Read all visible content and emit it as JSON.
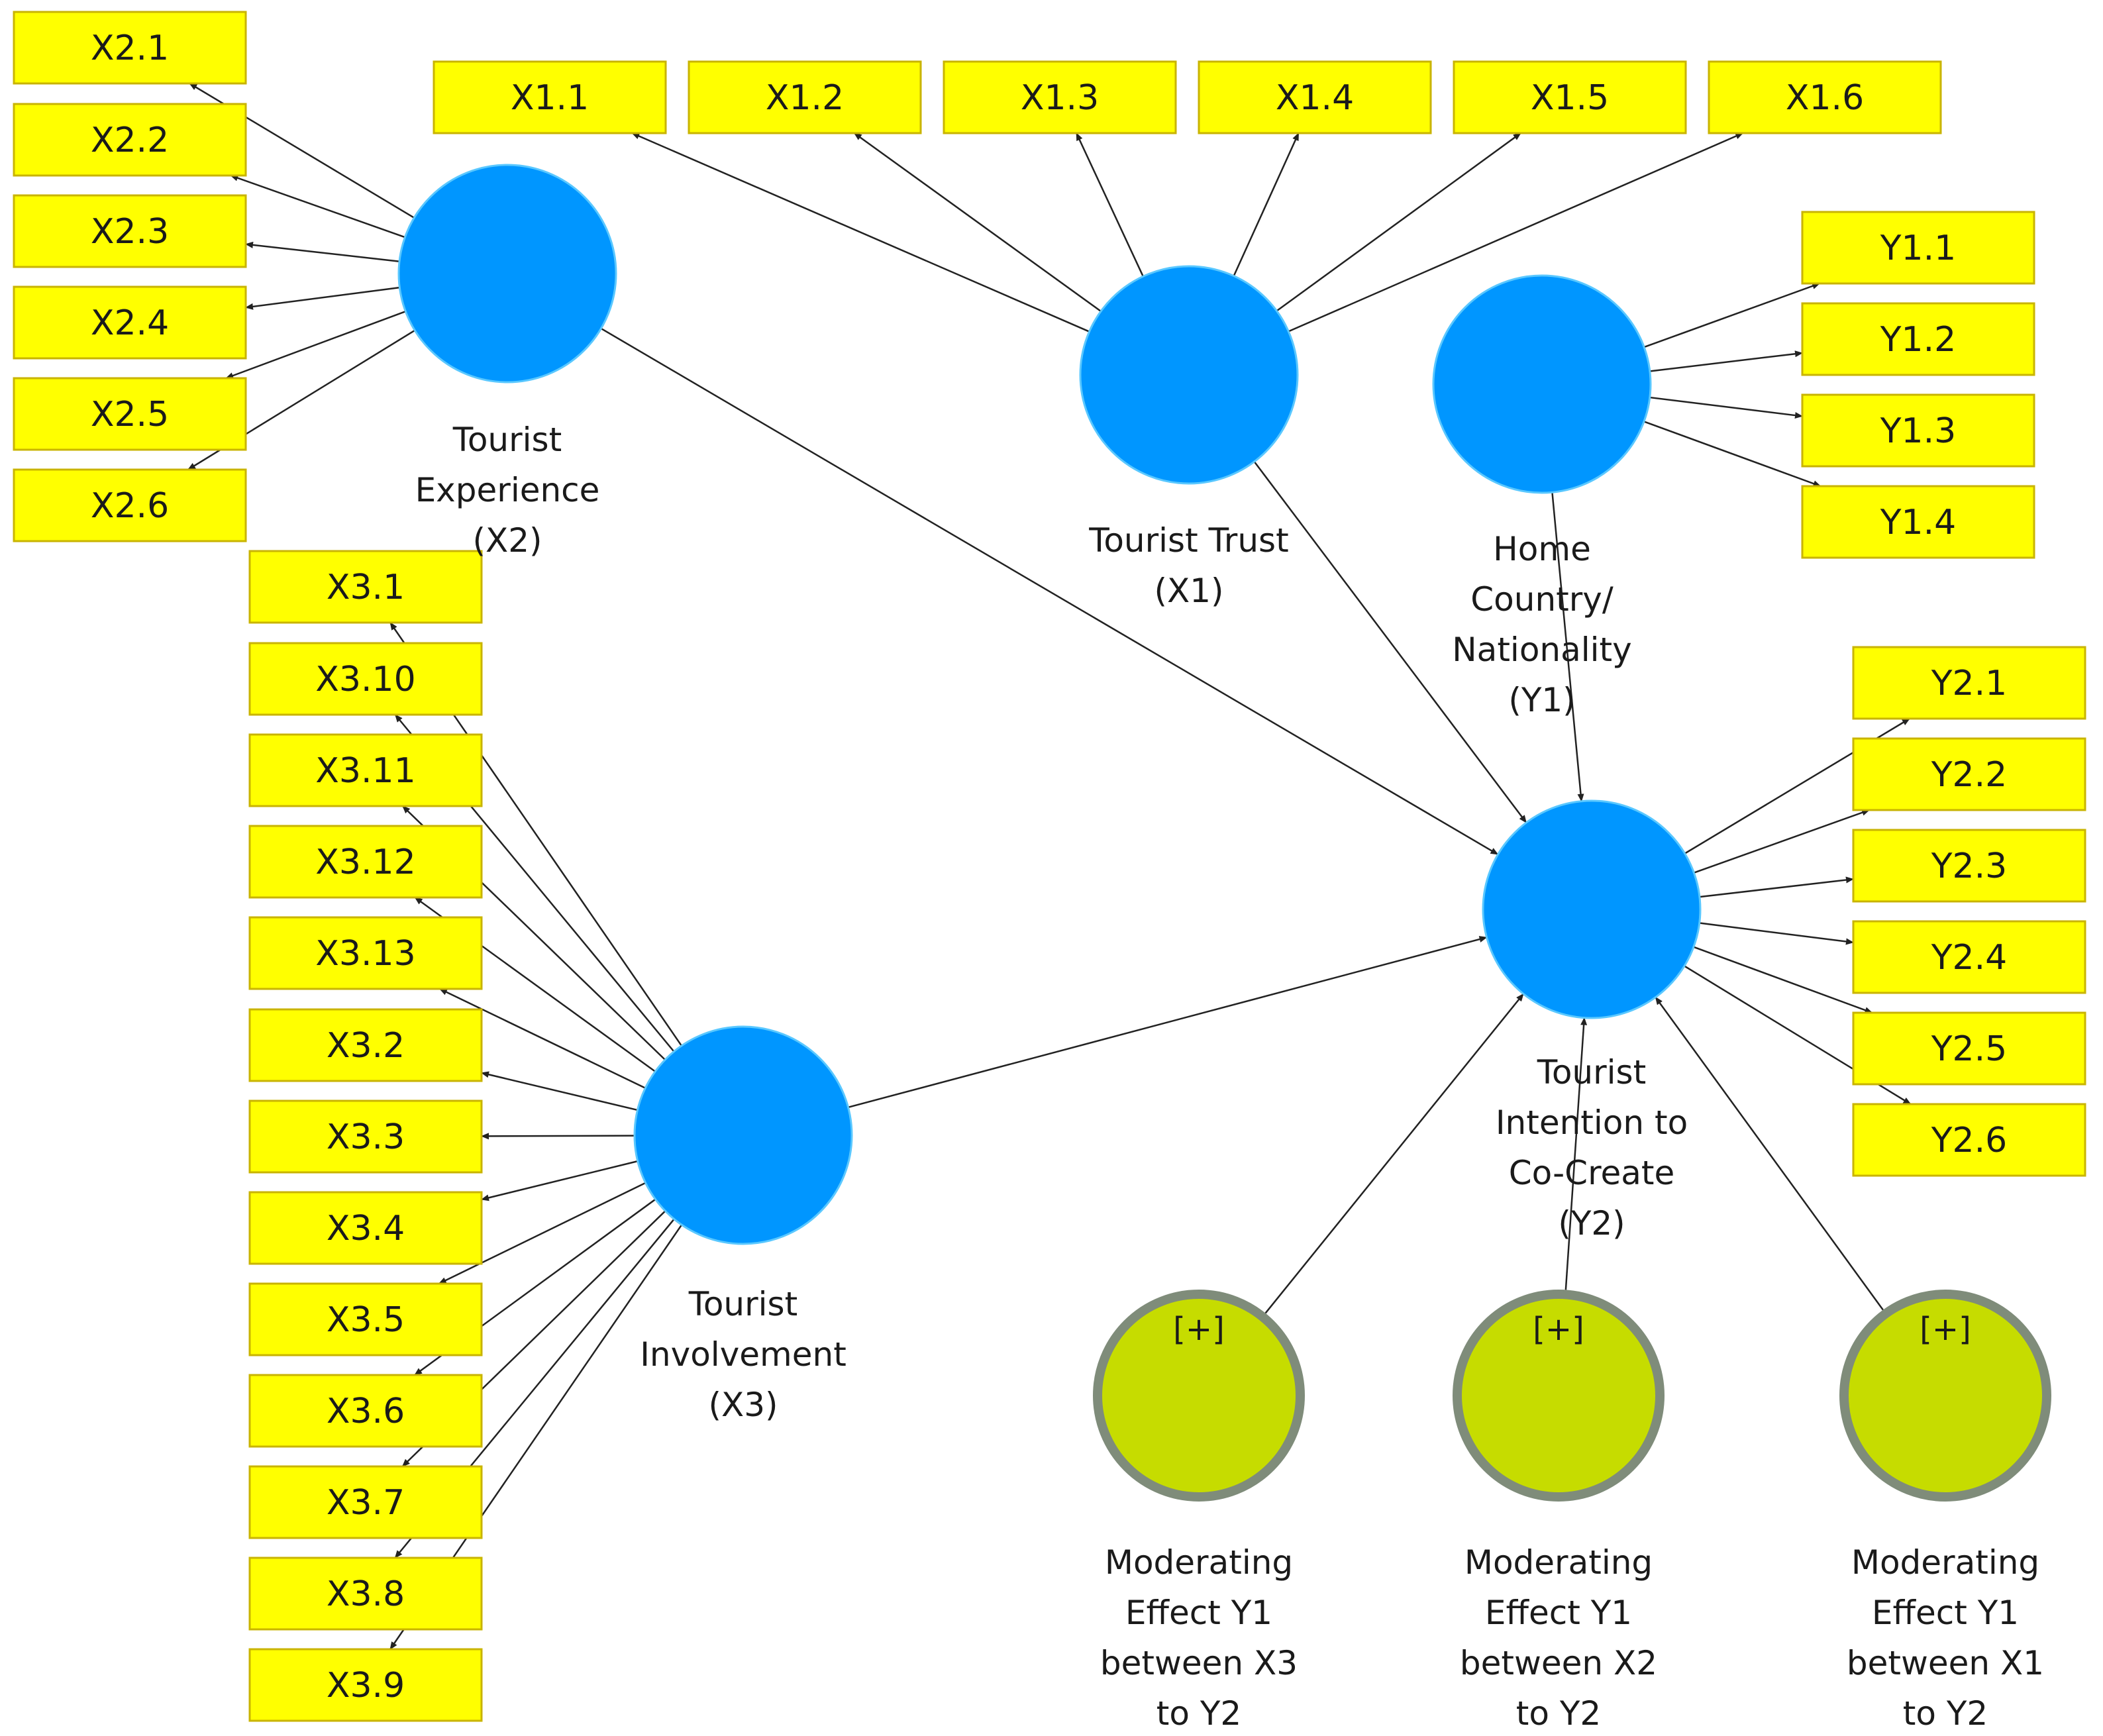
{
  "colors": {
    "indicator_fill": "#ffff00",
    "latent_fill": "#0096ff",
    "moderator_fill": "#c6dc00",
    "moderator_border": "#7f8c7a",
    "edge": "#222222"
  },
  "latents": {
    "x2": {
      "lines": [
        "Tourist",
        "Experience",
        "(X2)"
      ]
    },
    "x1": {
      "lines": [
        "Tourist Trust",
        "(X1)"
      ]
    },
    "y1": {
      "lines": [
        "Home",
        "Country/",
        "Nationality",
        "(Y1)"
      ]
    },
    "x3": {
      "lines": [
        "Tourist",
        "Involvement",
        "(X3)"
      ]
    },
    "y2": {
      "lines": [
        "Tourist",
        "Intention to",
        "Co-Create",
        "(Y2)"
      ]
    }
  },
  "moderators": {
    "m1": {
      "expand": "[+]",
      "lines": [
        "Moderating",
        "Effect Y1",
        "between X3",
        "to Y2"
      ]
    },
    "m2": {
      "expand": "[+]",
      "lines": [
        "Moderating",
        "Effect Y1",
        "between X2",
        "to Y2"
      ]
    },
    "m3": {
      "expand": "[+]",
      "lines": [
        "Moderating",
        "Effect Y1",
        "between X1",
        "to Y2"
      ]
    }
  },
  "indicators": {
    "x1": [
      "X1.1",
      "X1.2",
      "X1.3",
      "X1.4",
      "X1.5",
      "X1.6"
    ],
    "x2": [
      "X2.1",
      "X2.2",
      "X2.3",
      "X2.4",
      "X2.5",
      "X2.6"
    ],
    "x3": [
      "X3.1",
      "X3.10",
      "X3.11",
      "X3.12",
      "X3.13",
      "X3.2",
      "X3.3",
      "X3.4",
      "X3.5",
      "X3.6",
      "X3.7",
      "X3.8",
      "X3.9"
    ],
    "y1": [
      "Y1.1",
      "Y1.2",
      "Y1.3",
      "Y1.4"
    ],
    "y2": [
      "Y2.1",
      "Y2.2",
      "Y2.3",
      "Y2.4",
      "Y2.5",
      "Y2.6"
    ]
  }
}
